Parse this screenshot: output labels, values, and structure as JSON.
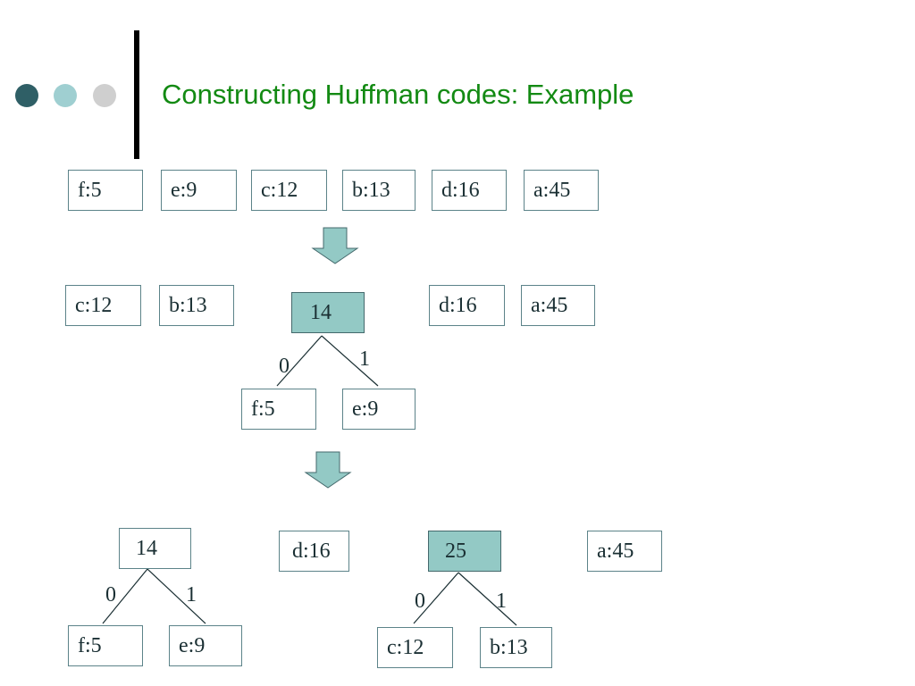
{
  "slide": {
    "title": "Constructing Huffman codes: Example"
  },
  "row1": {
    "nodes": [
      "f:5",
      "e:9",
      "c:12",
      "b:13",
      "d:16",
      "a:45"
    ]
  },
  "row2": {
    "nodes": [
      "c:12",
      "b:13",
      "d:16",
      "a:45"
    ],
    "tree": {
      "root": "14",
      "left_edge": "0",
      "right_edge": "1",
      "left": "f:5",
      "right": "e:9"
    }
  },
  "row3": {
    "tree_a": {
      "root": "14",
      "left_edge": "0",
      "right_edge": "1",
      "left": "f:5",
      "right": "e:9"
    },
    "single": "d:16",
    "tree_b": {
      "root": "25",
      "left_edge": "0",
      "right_edge": "1",
      "left": "c:12",
      "right": "b:13"
    },
    "last": "a:45"
  },
  "colors": {
    "title": "#138a13",
    "merged_node_fill": "#93c9c5",
    "arrow_fill": "#93c9c5",
    "node_border": "#5c8389"
  }
}
